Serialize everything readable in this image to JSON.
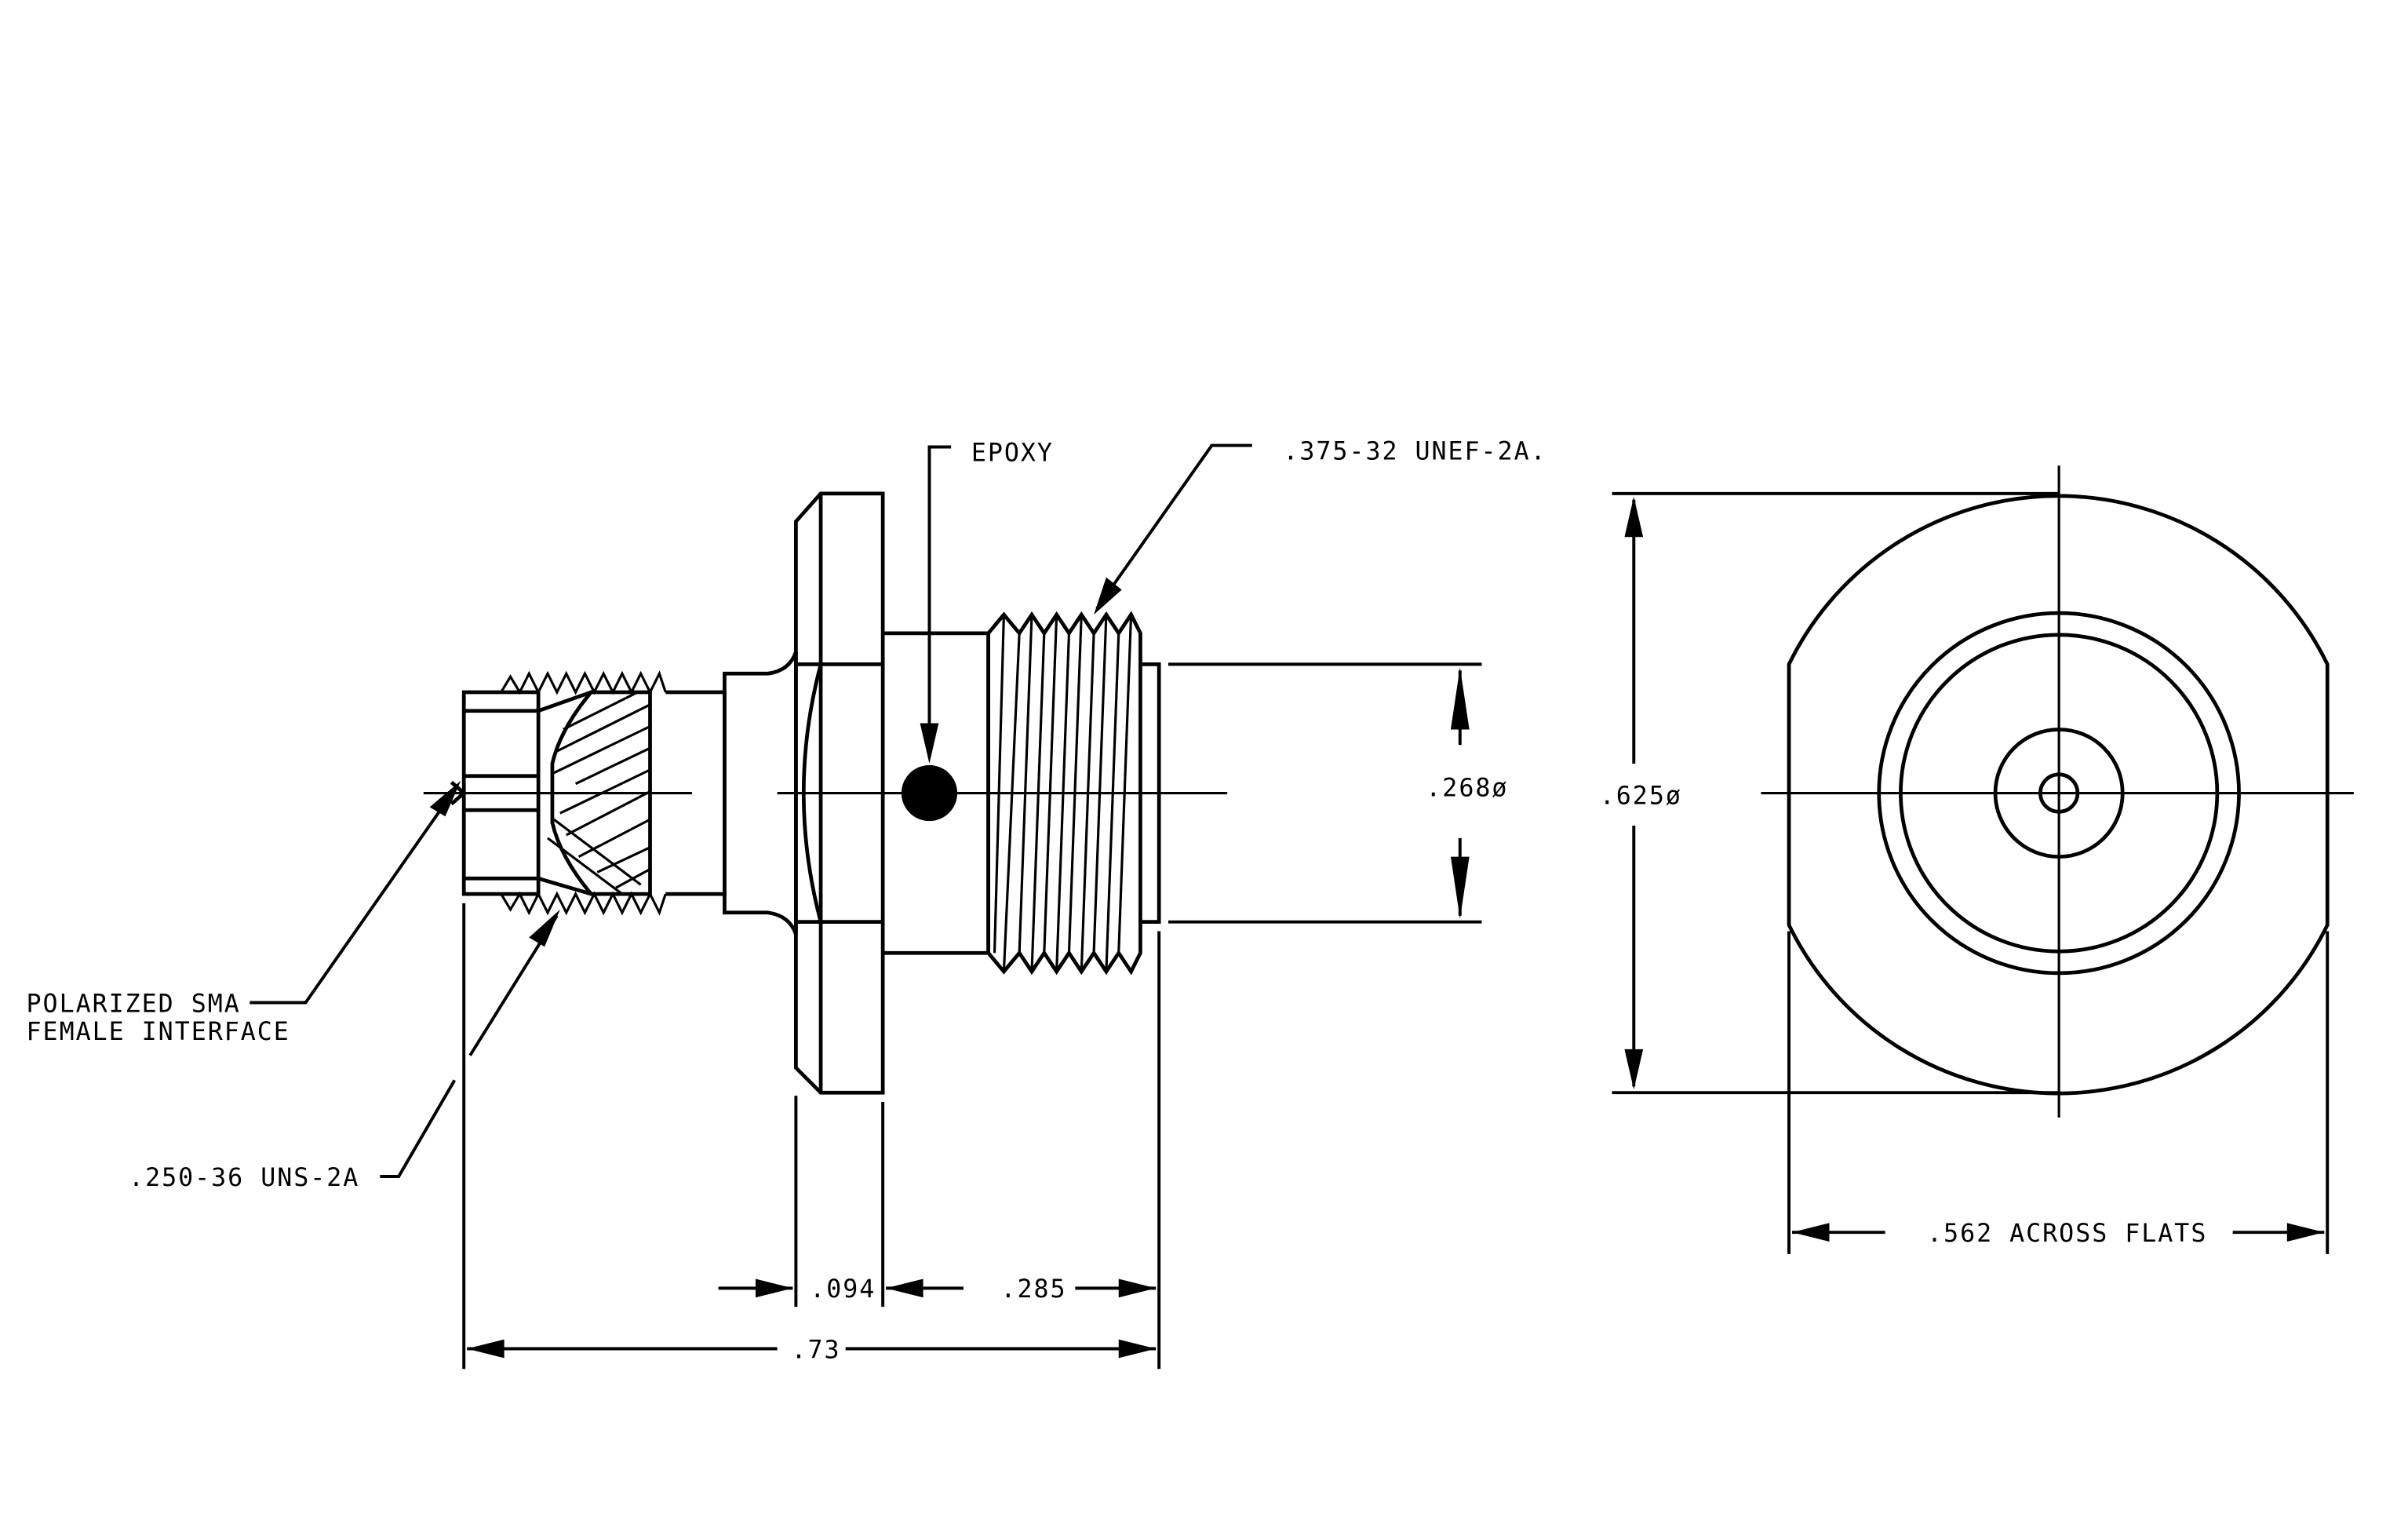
{
  "labels": {
    "epoxy": "EPOXY",
    "thread_main": ".375-32 UNEF-2A.",
    "interface_line1": "POLARIZED SMA",
    "interface_line2": "FEMALE INTERFACE",
    "thread_small": ".250-36 UNS-2A",
    "dim_flange": ".094",
    "dim_thread_len": ".285",
    "dim_total": ".73",
    "dim_pin_dia": ".268ø",
    "dim_outer_dia": ".625ø",
    "dim_across_flats": ".562 ACROSS FLATS"
  },
  "colors": {
    "line": "#000000",
    "background": "#ffffff"
  }
}
